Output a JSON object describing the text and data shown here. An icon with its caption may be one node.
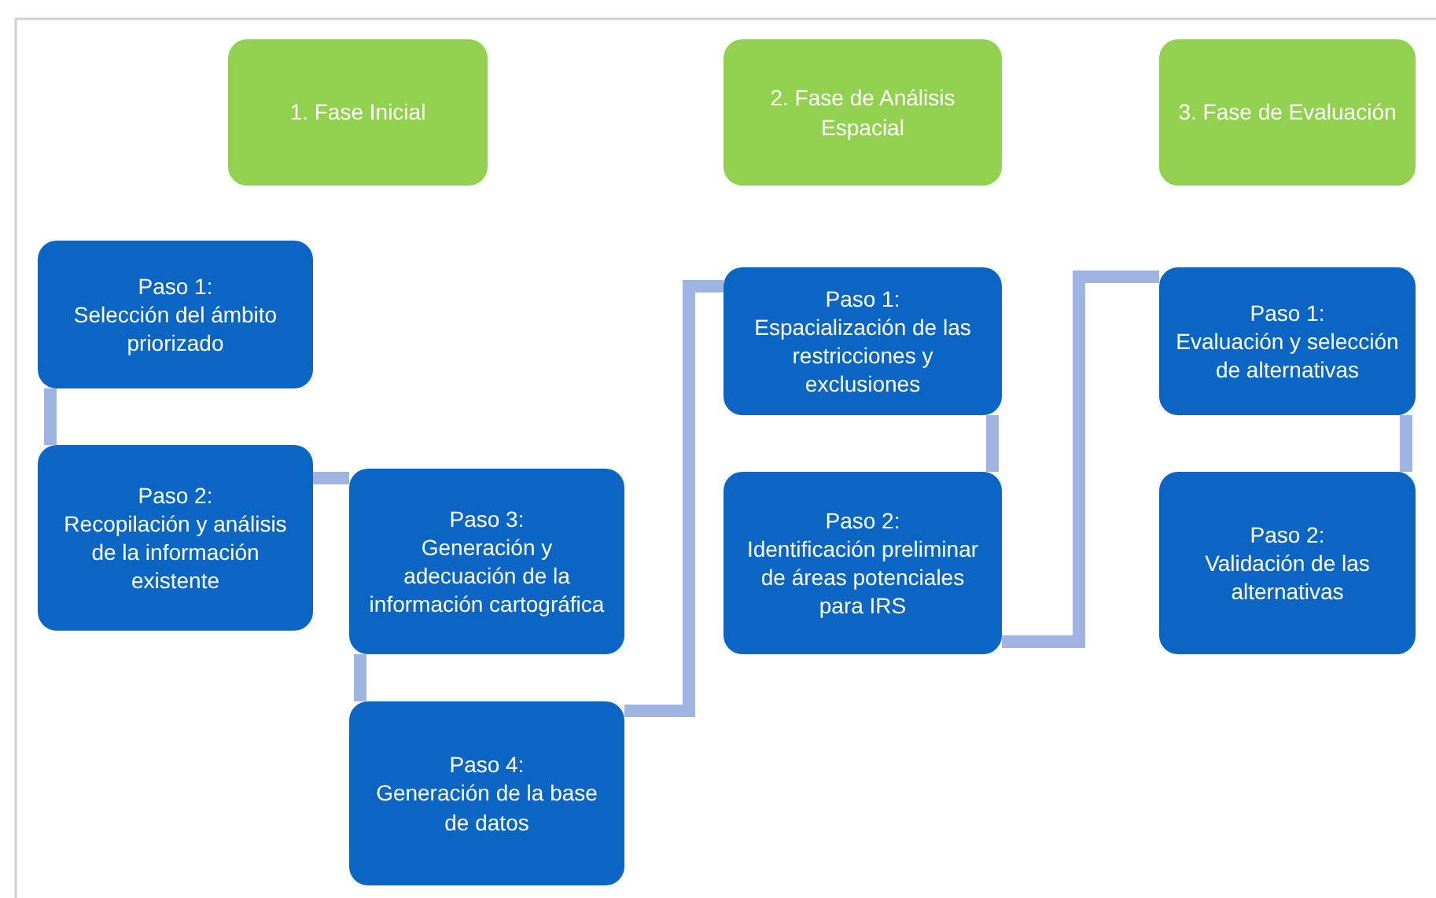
{
  "diagram": {
    "nodes": [
      {
        "text": [
          "1. Fase Inicial"
        ]
      },
      {
        "text": [
          "2. Fase de Análisis Espacial"
        ]
      },
      {
        "text": [
          "3. Fase de Evaluación"
        ]
      },
      {
        "text": [
          "Paso 1:",
          "Selección del ámbito priorizado"
        ]
      },
      {
        "text": [
          "Paso 2:",
          "Recopilación y análisis de la información existente"
        ]
      },
      {
        "text": [
          "Paso 3:",
          "Generación y adecuación de la información cartográfica"
        ]
      },
      {
        "text": [
          "Paso 4:",
          "Generación de la base de datos"
        ]
      },
      {
        "text": [
          "Paso 1:",
          "Espacialización de las restricciones y exclusiones"
        ]
      },
      {
        "text": [
          "Paso 2:",
          "Identificación preliminar de áreas potenciales para IRS"
        ]
      },
      {
        "text": [
          "Paso 1:",
          "Evaluación y selección de alternativas"
        ]
      },
      {
        "text": [
          "Paso 2:",
          "Validación de las alternativas"
        ]
      }
    ],
    "edges": [
      {
        "from": 3,
        "to": 4,
        "arrow": "none"
      },
      {
        "from": 4,
        "to": 5,
        "arrow": "none"
      },
      {
        "from": 5,
        "to": 6,
        "arrow": "none"
      },
      {
        "from": 6,
        "to": 7,
        "arrow": "none"
      },
      {
        "from": 7,
        "to": 8,
        "arrow": "none"
      },
      {
        "from": 8,
        "to": 9,
        "arrow": "none"
      },
      {
        "from": 9,
        "to": 10,
        "arrow": "none"
      }
    ]
  }
}
